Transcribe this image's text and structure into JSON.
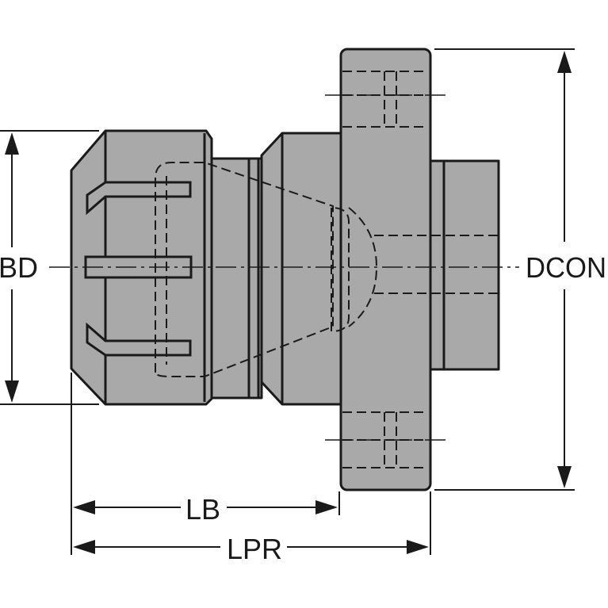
{
  "diagram": {
    "labels": {
      "bd": "BD",
      "dcon": "DCON",
      "lb": "LB",
      "lpr": "LPR"
    },
    "colors": {
      "body": "#a9a9a9",
      "line": "#1a1a1a",
      "background": "#ffffff"
    }
  }
}
